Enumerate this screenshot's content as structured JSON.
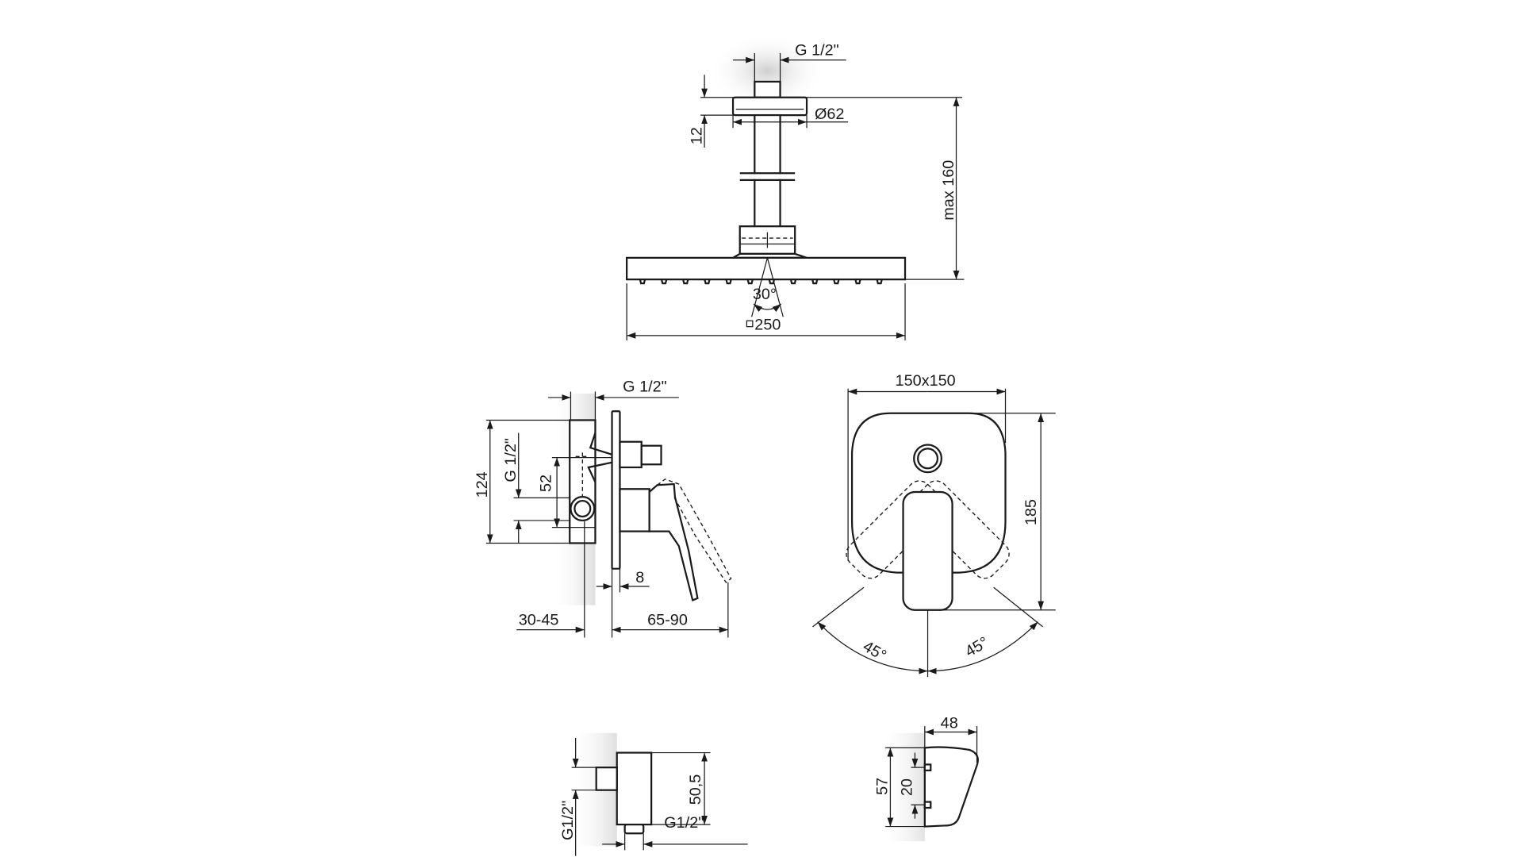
{
  "shower_head": {
    "thread_label": "G 1/2\"",
    "flange_thickness_label": "12",
    "flange_diameter_label": "Ø62",
    "height_label": "max 160",
    "spray_angle_label": "30°",
    "head_size_label": "250"
  },
  "mixer_side": {
    "top_thread_label": "G 1/2\"",
    "height_label": "124",
    "side_thread_label": "G 1/2\"",
    "spacing_label": "52",
    "plate_thickness_label": "8",
    "wall_depth_label": "30-45",
    "projection_label": "65-90"
  },
  "mixer_front": {
    "plate_size_label": "150x150",
    "height_label": "185",
    "left_angle_label": "45°",
    "right_angle_label": "45°"
  },
  "wall_outlet": {
    "side_thread_label": "G1/2\"",
    "height_label": "50,5",
    "bottom_thread_label": "G1/2\""
  },
  "holder": {
    "depth_label": "48",
    "height_label": "57",
    "pin_spacing_label": "20"
  }
}
